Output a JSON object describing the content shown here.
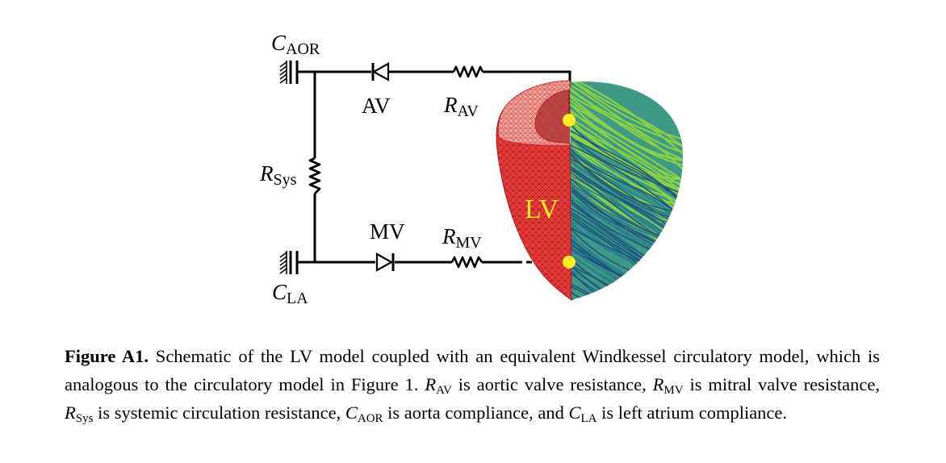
{
  "figure": {
    "labels": {
      "c_aor": {
        "main": "C",
        "sub": "AOR"
      },
      "c_la": {
        "main": "C",
        "sub": "LA"
      },
      "r_sys": {
        "main": "R",
        "sub": "Sys"
      },
      "r_av": {
        "main": "R",
        "sub": "AV"
      },
      "r_mv": {
        "main": "R",
        "sub": "MV"
      },
      "av": "AV",
      "mv": "MV",
      "lv": "LV"
    },
    "colors": {
      "wire": "#000000",
      "mesh": "#e02020",
      "mesh_dark": "#b01010",
      "fiber_green": "#7ec83a",
      "fiber_teal": "#2a8a8a",
      "fiber_blue": "#1f5a8a",
      "node": "#ffee22",
      "lv_label": "#ffee22"
    }
  },
  "caption": {
    "label": "Figure A1.",
    "text_1": " Schematic of the LV model coupled with an equivalent Windkessel circulatory model, which is analogous to the circulatory model in Figure 1. ",
    "r_av": {
      "main": "R",
      "sub": "AV"
    },
    "text_2": " is aortic valve resistance, ",
    "r_mv": {
      "main": "R",
      "sub": "MV"
    },
    "text_3": " is mitral valve resistance, ",
    "r_sys": {
      "main": "R",
      "sub": "Sys"
    },
    "text_4": " is systemic circulation resistance, ",
    "c_aor": {
      "main": "C",
      "sub": "AOR"
    },
    "text_5": " is aorta compliance, and ",
    "c_la": {
      "main": "C",
      "sub": "LA"
    },
    "text_6": " is left atrium compliance."
  }
}
